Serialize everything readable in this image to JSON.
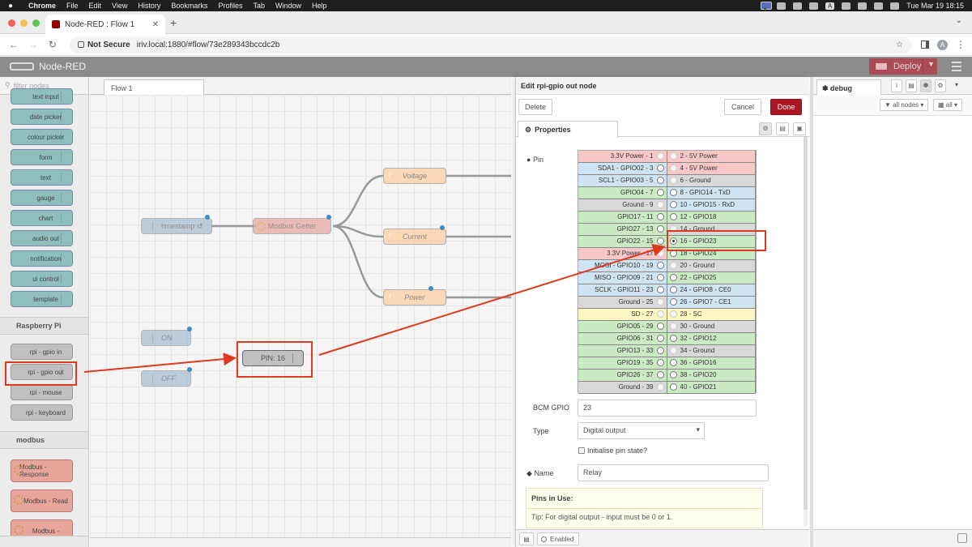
{
  "os_menubar": {
    "app": "Chrome",
    "items": [
      "File",
      "Edit",
      "View",
      "History",
      "Bookmarks",
      "Profiles",
      "Tab",
      "Window",
      "Help"
    ],
    "clock": "Tue Mar 19  18:15",
    "input_source": "A"
  },
  "browser": {
    "tab_title": "Node-RED : Flow 1",
    "security_label": "Not Secure",
    "url": "iriv.local:1880/#flow/73e289343bccdc2b",
    "profile_initial": "A"
  },
  "nodered": {
    "logo_text": "Node-RED",
    "deploy_label": "Deploy"
  },
  "palette": {
    "filter_placeholder": "filter nodes",
    "dashboard_nodes": [
      "text input",
      "date picker",
      "colour picker",
      "form",
      "text",
      "gauge",
      "chart",
      "audio out",
      "notification",
      "ui control",
      "template"
    ],
    "categories": {
      "raspberry": "Raspberry Pi",
      "modbus": "modbus"
    },
    "rpi_nodes": [
      "rpi - gpio in",
      "rpi - gpio out",
      "rpi - mouse",
      "rpi - keyboard"
    ],
    "modbus_nodes": [
      "Modbus - Response",
      "Modbus - Read",
      "Modbus -"
    ]
  },
  "workspace": {
    "tab_label": "Flow 1",
    "nodes": {
      "timestamp": "timestamp ↺",
      "modbus_getter": "Modbus Getter",
      "voltage": "Voltage",
      "current": "Current",
      "power": "Power",
      "on": "ON",
      "off": "OFF",
      "gpio": "PIN: 16"
    }
  },
  "editor": {
    "title": "Edit rpi-gpio out node",
    "delete_label": "Delete",
    "cancel_label": "Cancel",
    "done_label": "Done",
    "properties_tab": "Properties",
    "pin_label": "Pin",
    "pins": [
      {
        "l": "3.3V Power - 1",
        "r": "2 - 5V Power",
        "lc": "#f8c8c8",
        "rc": "#f8c8c8",
        "lrad": false,
        "rrad": false
      },
      {
        "l": "SDA1 - GPIO02 - 3",
        "r": "4 - 5V Power",
        "lc": "#cfe4f2",
        "rc": "#f8c8c8",
        "lrad": true,
        "rrad": false
      },
      {
        "l": "SCL1 - GPIO03 - 5",
        "r": "6 - Ground",
        "lc": "#cfe4f2",
        "rc": "#d9d9d9",
        "lrad": true,
        "rrad": false
      },
      {
        "l": "GPIO04 - 7",
        "r": "8 - GPIO14 - TxD",
        "lc": "#c9eac3",
        "rc": "#cfe4f2",
        "lrad": true,
        "rrad": true
      },
      {
        "l": "Ground - 9",
        "r": "10 - GPIO15 - RxD",
        "lc": "#d9d9d9",
        "rc": "#cfe4f2",
        "lrad": false,
        "rrad": true
      },
      {
        "l": "GPIO17 - 11",
        "r": "12 - GPIO18",
        "lc": "#c9eac3",
        "rc": "#c9eac3",
        "lrad": true,
        "rrad": true
      },
      {
        "l": "GPIO27 - 13",
        "r": "14 - Ground",
        "lc": "#c9eac3",
        "rc": "#d9d9d9",
        "lrad": true,
        "rrad": false
      },
      {
        "l": "GPIO22 - 15",
        "r": "16 - GPIO23",
        "lc": "#c9eac3",
        "rc": "#c9eac3",
        "lrad": true,
        "rrad": true,
        "rsel": true
      },
      {
        "l": "3.3V Power - 17",
        "r": "18 - GPIO24",
        "lc": "#f8c8c8",
        "rc": "#c9eac3",
        "lrad": false,
        "rrad": true
      },
      {
        "l": "MOSI - GPIO10 - 19",
        "r": "20 - Ground",
        "lc": "#cfe4f2",
        "rc": "#d9d9d9",
        "lrad": true,
        "rrad": false
      },
      {
        "l": "MISO - GPIO09 - 21",
        "r": "22 - GPIO25",
        "lc": "#cfe4f2",
        "rc": "#c9eac3",
        "lrad": true,
        "rrad": true
      },
      {
        "l": "SCLK - GPIO11 - 23",
        "r": "24 - GPIO8 - CE0",
        "lc": "#cfe4f2",
        "rc": "#cfe4f2",
        "lrad": true,
        "rrad": true
      },
      {
        "l": "Ground - 25",
        "r": "26 - GPIO7 - CE1",
        "lc": "#d9d9d9",
        "rc": "#cfe4f2",
        "lrad": false,
        "rrad": true
      },
      {
        "l": "SD - 27",
        "r": "28 - SC",
        "lc": "#fdf6c3",
        "rc": "#fdf6c3",
        "lrad": false,
        "rrad": false
      },
      {
        "l": "GPIO05 - 29",
        "r": "30 - Ground",
        "lc": "#c9eac3",
        "rc": "#d9d9d9",
        "lrad": true,
        "rrad": false
      },
      {
        "l": "GPIO06 - 31",
        "r": "32 - GPIO12",
        "lc": "#c9eac3",
        "rc": "#c9eac3",
        "lrad": true,
        "rrad": true
      },
      {
        "l": "GPIO13 - 33",
        "r": "34 - Ground",
        "lc": "#c9eac3",
        "rc": "#d9d9d9",
        "lrad": true,
        "rrad": false
      },
      {
        "l": "GPIO19 - 35",
        "r": "36 - GPIO16",
        "lc": "#c9eac3",
        "rc": "#c9eac3",
        "lrad": true,
        "rrad": true
      },
      {
        "l": "GPIO26 - 37",
        "r": "38 - GPIO20",
        "lc": "#c9eac3",
        "rc": "#c9eac3",
        "lrad": true,
        "rrad": true
      },
      {
        "l": "Ground - 39",
        "r": "40 - GPIO21",
        "lc": "#d9d9d9",
        "rc": "#c9eac3",
        "lrad": false,
        "rrad": true
      }
    ],
    "bcm_label": "BCM GPIO",
    "bcm_value": "23",
    "type_label": "Type",
    "type_value": "Digital output",
    "init_label": "Initialise pin state?",
    "name_label": "Name",
    "name_value": "Relay",
    "pins_in_use": "Pins in Use:",
    "tip": "Tip: For digital output - input must be 0 or 1.",
    "enabled_label": "Enabled"
  },
  "sidebar": {
    "tab_label": "debug",
    "filter_nodes": "all nodes",
    "filter_all": "all"
  },
  "colors": {
    "annotation": "#e03a1e",
    "deploy": "#a94d55",
    "done": "#ad1625"
  }
}
